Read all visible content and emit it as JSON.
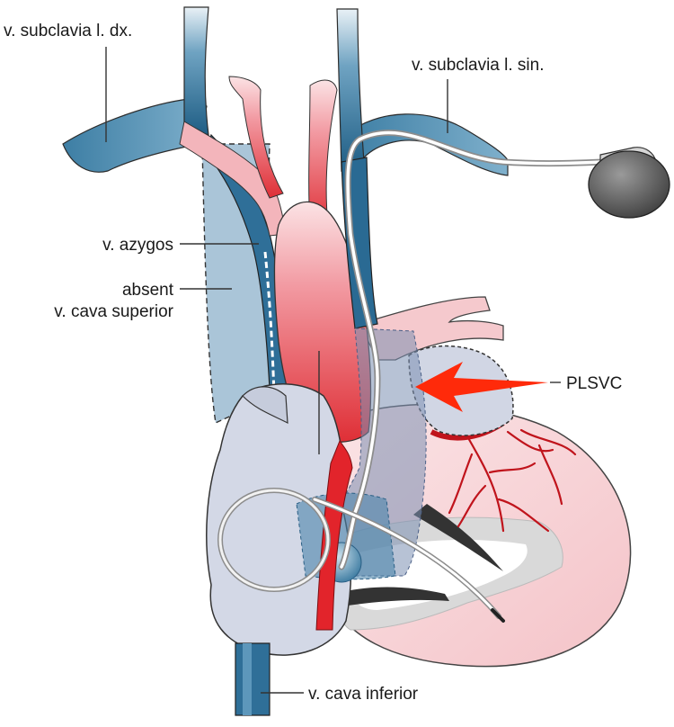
{
  "labels": {
    "subclavia_dx": "v. subclavia l. dx.",
    "subclavia_sin": "v. subclavia l. sin.",
    "azygos": "v. azygos",
    "absent_line1": "absent",
    "absent_line2": "v. cava superior",
    "plsvc": "PLSVC",
    "cava_inferior": "v. cava inferior"
  },
  "colors": {
    "vein_blue": "#3f7fa3",
    "vein_blue_dark": "#1f5f85",
    "artery_red": "#e23a3f",
    "artery_pink": "#f2b9bf",
    "heart_pink": "#f6d2d6",
    "atrium_grey": "#cfd5e3",
    "pointer_red": "#ff2a0a",
    "device_grey": "#6b6b6b"
  }
}
